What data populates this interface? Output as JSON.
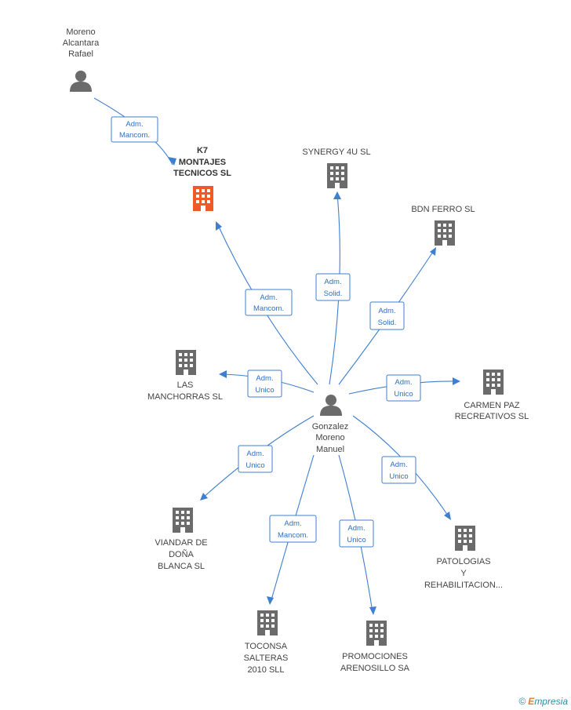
{
  "people": {
    "moreno": [
      "Moreno",
      "Alcantara",
      "Rafael"
    ],
    "gonzalez": [
      "Gonzalez",
      "Moreno",
      "Manuel"
    ]
  },
  "companies": {
    "k7": [
      "K7",
      "MONTAJES",
      "TECNICOS SL"
    ],
    "synergy": [
      "SYNERGY 4U SL"
    ],
    "bdn": [
      "BDN FERRO SL"
    ],
    "manchorras": [
      "LAS",
      "MANCHORRAS SL"
    ],
    "carmen": [
      "CARMEN PAZ",
      "RECREATIVOS SL"
    ],
    "viandar": [
      "VIANDAR DE",
      "DOÑA",
      "BLANCA SL"
    ],
    "patologias": [
      "PATOLOGIAS",
      "Y",
      "REHABILITACION..."
    ],
    "toconsa": [
      "TOCONSA",
      "SALTERAS",
      "2010 SLL"
    ],
    "promociones": [
      "PROMOCIONES",
      "ARENOSILLO SA"
    ]
  },
  "relations": {
    "moreno_k7": [
      "Adm.",
      "Mancom."
    ],
    "g_k7": [
      "Adm.",
      "Mancom."
    ],
    "g_synergy": [
      "Adm.",
      "Solid."
    ],
    "g_bdn": [
      "Adm.",
      "Solid."
    ],
    "g_manchorras": [
      "Adm.",
      "Unico"
    ],
    "g_carmen": [
      "Adm.",
      "Unico"
    ],
    "g_viandar": [
      "Adm.",
      "Unico"
    ],
    "g_patologias": [
      "Adm.",
      "Unico"
    ],
    "g_toconsa": [
      "Adm.",
      "Mancom."
    ],
    "g_promociones": [
      "Adm.",
      "Unico"
    ]
  },
  "colors": {
    "accent_company": "#f05a28",
    "company": "#6b6b6b",
    "edge": "#3f7fd0"
  },
  "footer": {
    "copyright": "©",
    "brand_initial": "E",
    "brand_rest": "mpresia"
  }
}
